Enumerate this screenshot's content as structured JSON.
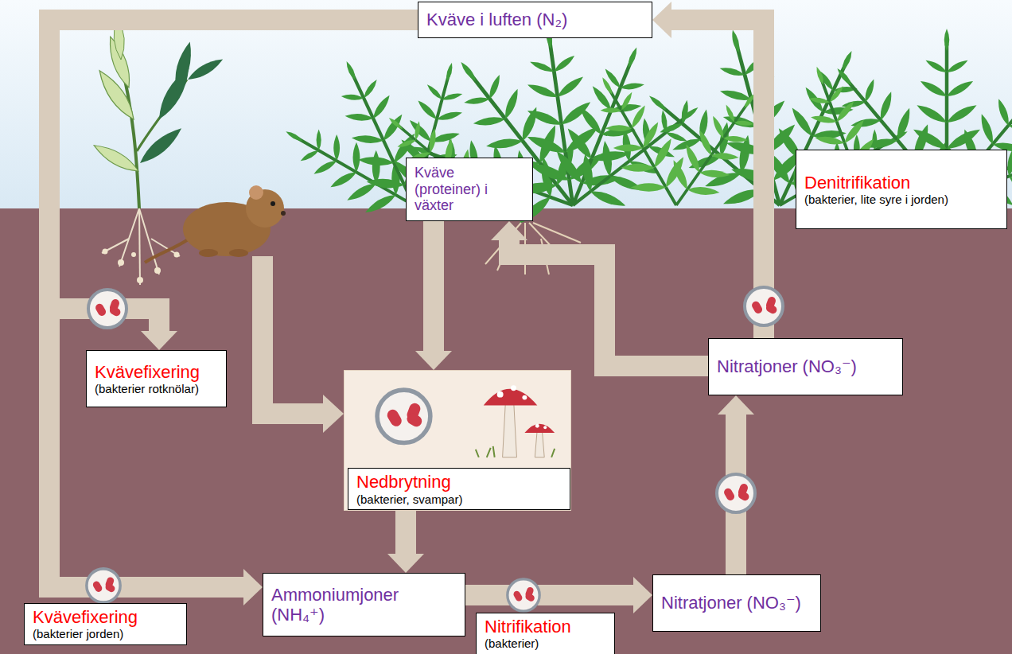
{
  "diagram": {
    "nodes": [
      {
        "text": [
          "Kväve i luften (N₂)"
        ]
      },
      {
        "text": [
          "Kväve (proteiner) i växter"
        ]
      },
      {
        "text": [
          "Denitrifikation",
          "(bakterier, lite syre i jorden)"
        ]
      },
      {
        "text": [
          "Kvävefixering",
          "(bakterier rotknölar)"
        ]
      },
      {
        "text": [
          "Nitratjoner (NO₃⁻)"
        ]
      },
      {
        "text": [
          "Nedbrytning",
          "(bakterier, svampar)"
        ]
      },
      {
        "text": [
          "Ammoniumjoner (NH₄⁺)"
        ]
      },
      {
        "text": [
          "Nitratjoner (NO₃⁻)"
        ]
      },
      {
        "text": [
          "Kvävefixering",
          "(bakterier jorden)"
        ]
      },
      {
        "text": [
          "Nitrifikation",
          "(bakterier)"
        ]
      }
    ],
    "edges": [
      {
        "from": 0,
        "to": 6,
        "arrow": "to"
      },
      {
        "from": 0,
        "to": 3,
        "arrow": "to"
      },
      {
        "from": 6,
        "to": 7,
        "arrow": "to"
      },
      {
        "from": 7,
        "to": 4,
        "arrow": "to"
      },
      {
        "from": 4,
        "to": 0,
        "arrow": "to"
      },
      {
        "from": 4,
        "to": 1,
        "arrow": "to"
      },
      {
        "from": 1,
        "to": 5,
        "arrow": "to"
      },
      {
        "from": 5,
        "to": 6,
        "arrow": "to"
      }
    ]
  }
}
